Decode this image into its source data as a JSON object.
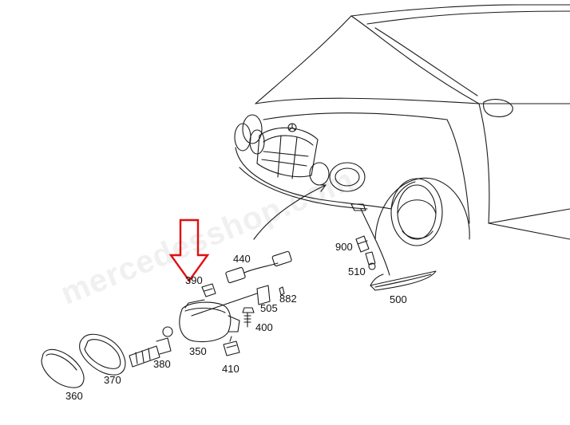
{
  "diagram": {
    "watermark_text": "mercedesshop.com",
    "callouts": {
      "p440": "440",
      "p390": "390",
      "p505": "505",
      "p882": "882",
      "p400": "400",
      "p350": "350",
      "p380": "380",
      "p410": "410",
      "p370": "370",
      "p360": "360",
      "p900": "900",
      "p510": "510",
      "p500": "500"
    },
    "colors": {
      "line": "#1a1a1a",
      "arrow": "#e01010",
      "label": "#111111"
    },
    "highlight": "red-arrow-pointing-to-bracket-390"
  }
}
